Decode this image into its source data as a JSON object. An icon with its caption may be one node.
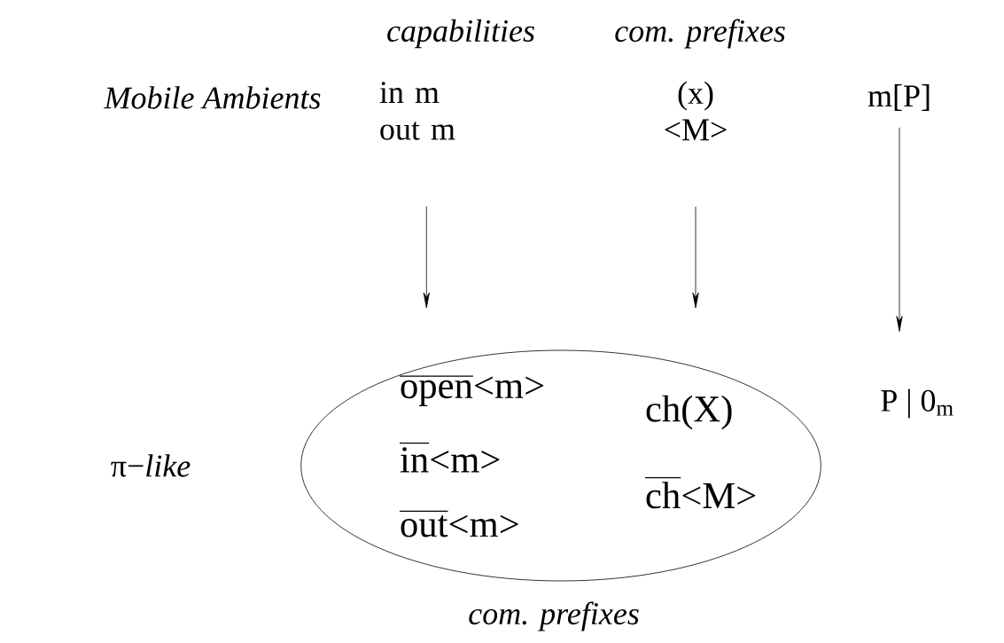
{
  "diagram": {
    "nodes": [
      {
        "text": [
          "in m out m"
        ]
      },
      {
        "text": [
          "(x) <M>"
        ]
      },
      {
        "text": [
          "m[P]"
        ]
      },
      {
        "text": [
          "\\overline{\\text{open}}\\text{<m>}",
          "\\overline{\\text{in}}\\text{<m>}",
          "\\overline{\\text{out}}\\text{<m>}",
          "\\text{ch(X)}",
          "\\overline{\\text{ch}}\\text{<M>}"
        ],
        "beside": [
          "com. prefixes"
        ]
      },
      {
        "text": [
          "P | 0$_{m}$"
        ]
      }
    ],
    "edges": [
      {
        "from": 0,
        "to": 3,
        "arrow": "to"
      },
      {
        "from": 1,
        "to": 3,
        "arrow": "to"
      },
      {
        "from": 2,
        "to": 4,
        "arrow": "to"
      }
    ],
    "labels": [
      "capabilities",
      "com. prefixes",
      "Mobile Ambients",
      "π−*like*"
    ]
  }
}
